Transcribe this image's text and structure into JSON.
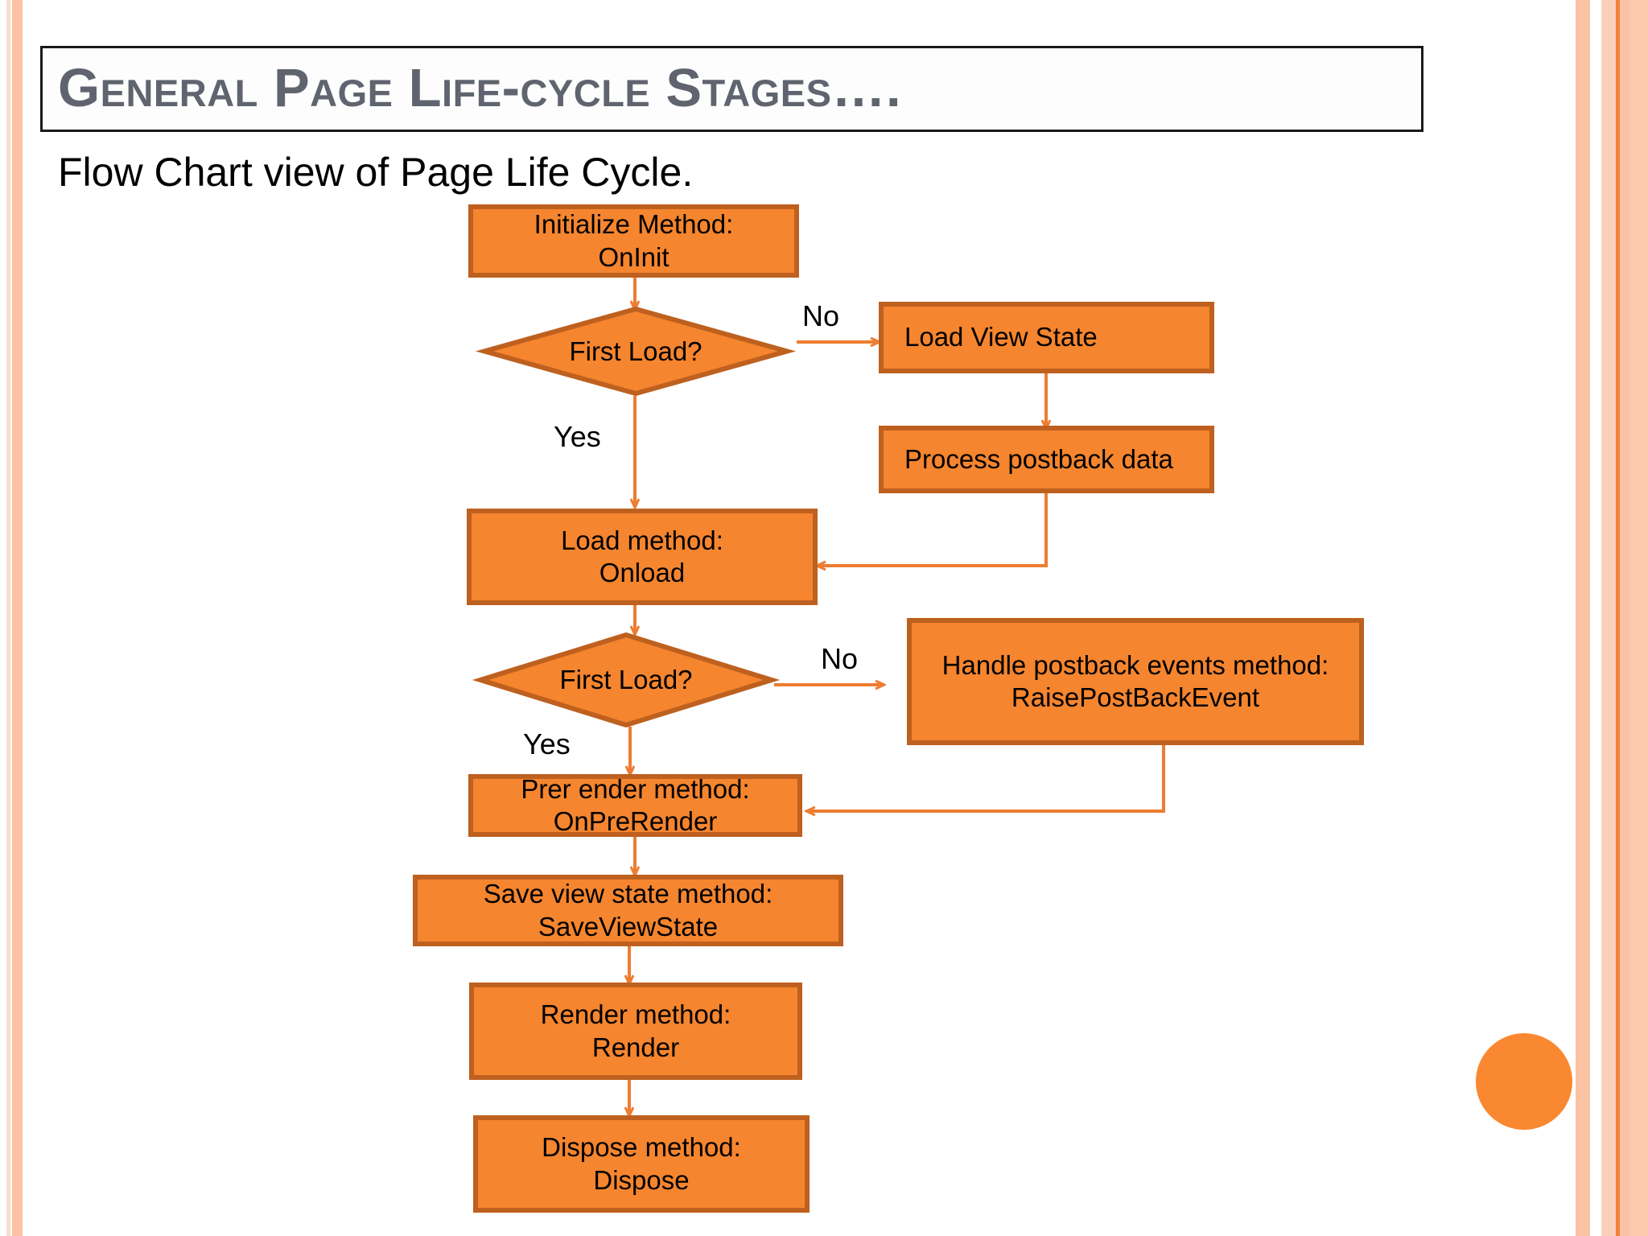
{
  "slide": {
    "title": "General Page Life-cycle Stages….",
    "subtitle": "Flow Chart view of Page Life Cycle.",
    "colors": {
      "node_fill": "#F5852E",
      "node_border": "#BE601F",
      "connector": "#ED7D31",
      "title_text": "#5F646F",
      "stripe_peach": "#FBC2A4",
      "stripe_light": "#FBDCCB",
      "stripe_orange": "#F3813A",
      "circle": "#F98830"
    }
  },
  "flowchart": {
    "type": "flowchart",
    "nodes": [
      {
        "id": "init",
        "shape": "process",
        "text": "Initialize Method:\nOnInit"
      },
      {
        "id": "first-load-1",
        "shape": "decision",
        "text": "First Load?"
      },
      {
        "id": "load-view",
        "shape": "process",
        "text": "Load View State"
      },
      {
        "id": "process-pb",
        "shape": "process",
        "text": "Process postback data"
      },
      {
        "id": "load",
        "shape": "process",
        "text": "Load method:\nOnload"
      },
      {
        "id": "first-load-2",
        "shape": "decision",
        "text": "First Load?"
      },
      {
        "id": "handle-pb",
        "shape": "process",
        "text": "Handle postback events method:\nRaisePostBackEvent"
      },
      {
        "id": "prerender",
        "shape": "process",
        "text": "Prer ender method:\nOnPreRender"
      },
      {
        "id": "saveview",
        "shape": "process",
        "text": "Save view state method:\nSaveViewState"
      },
      {
        "id": "render",
        "shape": "process",
        "text": "Render method:\nRender"
      },
      {
        "id": "dispose",
        "shape": "process",
        "text": "Dispose method:\nDispose"
      }
    ],
    "edges": [
      {
        "from": "init",
        "to": "first-load-1",
        "label": ""
      },
      {
        "from": "first-load-1",
        "to": "load-view",
        "label": "No"
      },
      {
        "from": "first-load-1",
        "to": "load",
        "label": "Yes"
      },
      {
        "from": "load-view",
        "to": "process-pb",
        "label": ""
      },
      {
        "from": "process-pb",
        "to": "load",
        "label": ""
      },
      {
        "from": "load",
        "to": "first-load-2",
        "label": ""
      },
      {
        "from": "first-load-2",
        "to": "handle-pb",
        "label": "No"
      },
      {
        "from": "first-load-2",
        "to": "prerender",
        "label": "Yes"
      },
      {
        "from": "handle-pb",
        "to": "prerender",
        "label": ""
      },
      {
        "from": "prerender",
        "to": "saveview",
        "label": ""
      },
      {
        "from": "saveview",
        "to": "render",
        "label": ""
      },
      {
        "from": "render",
        "to": "dispose",
        "label": ""
      }
    ],
    "edge_labels": {
      "no_1": "No",
      "yes_1": "Yes",
      "no_2": "No",
      "yes_2": "Yes"
    }
  }
}
